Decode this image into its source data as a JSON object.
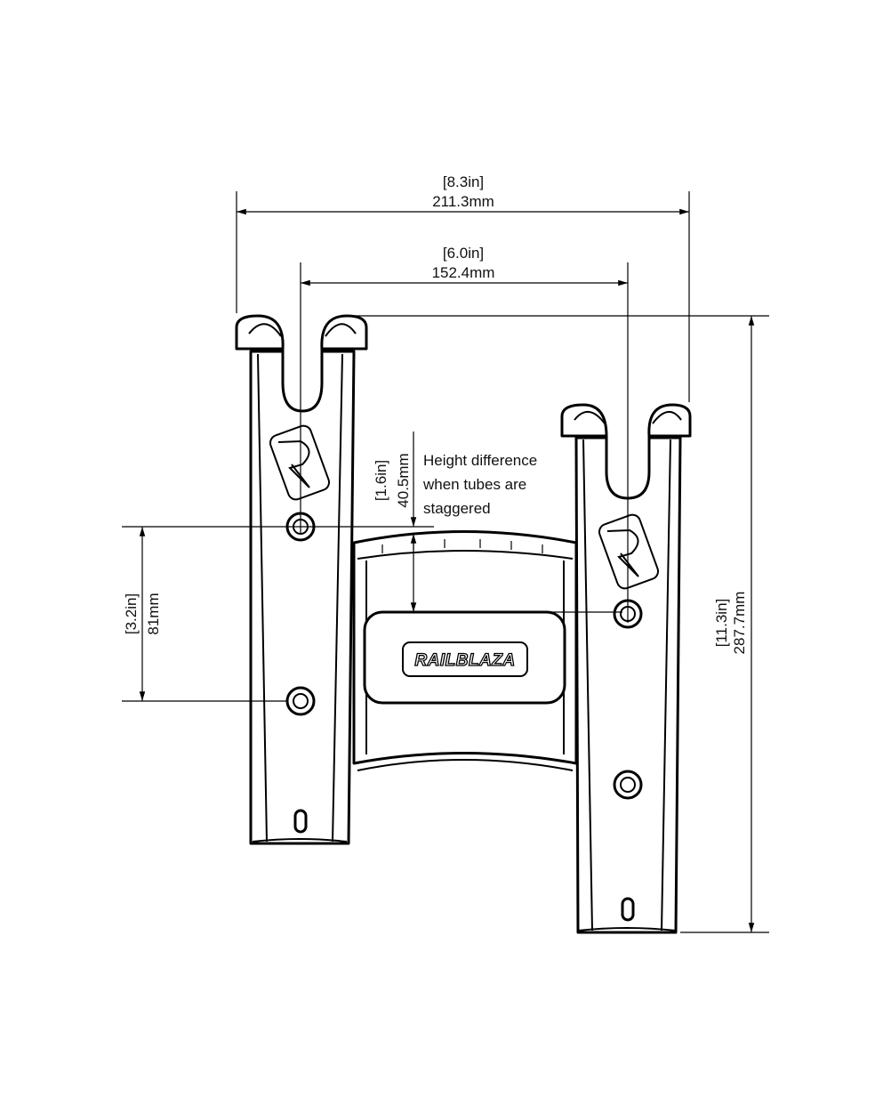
{
  "dimensions": {
    "overall_width": {
      "imperial": "[8.3in]",
      "metric": "211.3mm"
    },
    "tube_spacing": {
      "imperial": "[6.0in]",
      "metric": "152.4mm"
    },
    "overall_height": {
      "imperial": "[11.3in]",
      "metric": "287.7mm"
    },
    "hole_spacing": {
      "imperial": "[3.2in]",
      "metric": "81mm"
    },
    "height_difference": {
      "imperial": "[1.6in]",
      "metric": "40.5mm"
    }
  },
  "annotation": {
    "lines": [
      "Height difference",
      "when tubes are",
      "staggered"
    ]
  },
  "logo": {
    "text": "RAILBLAZA"
  }
}
